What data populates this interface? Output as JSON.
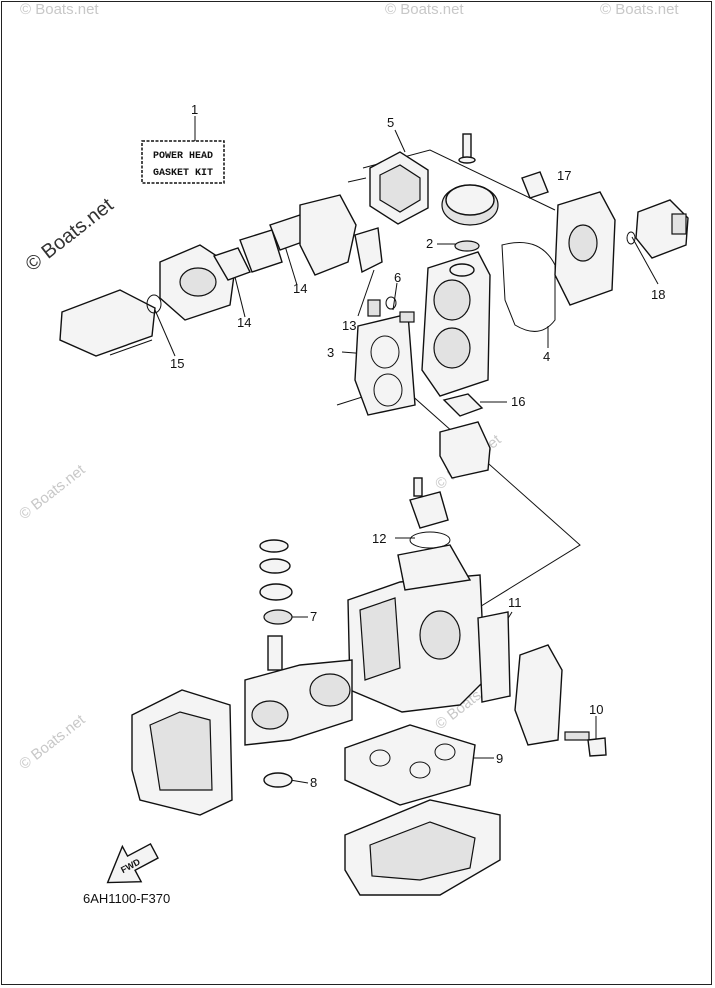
{
  "watermark": {
    "main": "© Boats.net",
    "repeat": "© Boats.net"
  },
  "kit_label": {
    "line1": "POWER HEAD",
    "line2": "GASKET KIT"
  },
  "callouts": {
    "c1": "1",
    "c2": "2",
    "c3": "3",
    "c4": "4",
    "c5": "5",
    "c6": "6",
    "c7": "7",
    "c8": "8",
    "c9": "9",
    "c10": "10",
    "c11": "11",
    "c12": "12",
    "c13": "13",
    "c14a": "14",
    "c14b": "14",
    "c15": "15",
    "c16": "16",
    "c17": "17",
    "c18": "18"
  },
  "fwd_label": "FWD",
  "diagram_code": "6AH1100-F370"
}
